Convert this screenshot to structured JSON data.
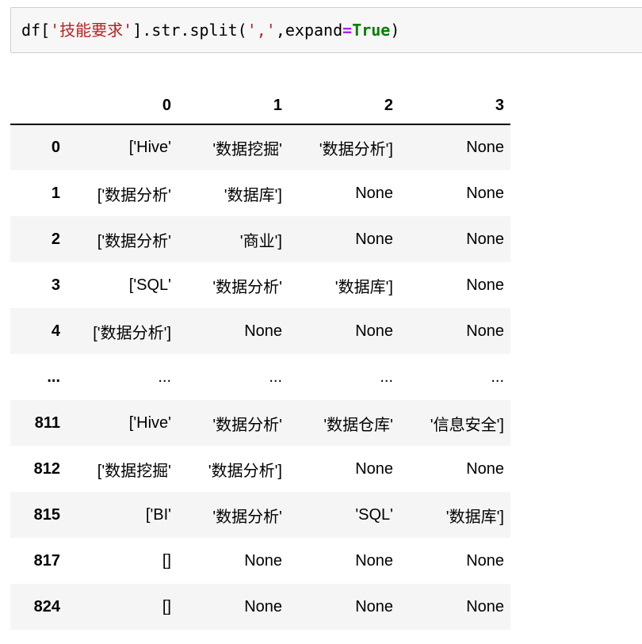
{
  "code_cell": {
    "tokens": [
      {
        "text": "df[",
        "type": "plain"
      },
      {
        "text": "'技能要求'",
        "type": "string"
      },
      {
        "text": "].str.split(",
        "type": "plain"
      },
      {
        "text": "','",
        "type": "string"
      },
      {
        "text": ",expand",
        "type": "plain"
      },
      {
        "text": "=",
        "type": "operator"
      },
      {
        "text": "True",
        "type": "keyword"
      },
      {
        "text": ")",
        "type": "plain"
      }
    ]
  },
  "table": {
    "index_header": "",
    "columns": [
      "0",
      "1",
      "2",
      "3"
    ],
    "rows": [
      {
        "index": "0",
        "cells": [
          "['Hive'",
          "'数据挖掘'",
          "'数据分析']",
          "None"
        ]
      },
      {
        "index": "1",
        "cells": [
          "['数据分析'",
          "'数据库']",
          "None",
          "None"
        ]
      },
      {
        "index": "2",
        "cells": [
          "['数据分析'",
          "'商业']",
          "None",
          "None"
        ]
      },
      {
        "index": "3",
        "cells": [
          "['SQL'",
          "'数据分析'",
          "'数据库']",
          "None"
        ]
      },
      {
        "index": "4",
        "cells": [
          "['数据分析']",
          "None",
          "None",
          "None"
        ]
      },
      {
        "index": "...",
        "cells": [
          "...",
          "...",
          "...",
          "..."
        ]
      },
      {
        "index": "811",
        "cells": [
          "['Hive'",
          "'数据分析'",
          "'数据仓库'",
          "'信息安全']"
        ]
      },
      {
        "index": "812",
        "cells": [
          "['数据挖掘'",
          "'数据分析']",
          "None",
          "None"
        ]
      },
      {
        "index": "815",
        "cells": [
          "['BI'",
          "'数据分析'",
          "'SQL'",
          "'数据库']"
        ]
      },
      {
        "index": "817",
        "cells": [
          "[]",
          "None",
          "None",
          "None"
        ]
      },
      {
        "index": "824",
        "cells": [
          "[]",
          "None",
          "None",
          "None"
        ]
      }
    ]
  },
  "colors": {
    "code_string": "#ba2121",
    "code_operator": "#aa22ff",
    "code_keyword": "#008000",
    "code_cell_background": "#f7f7f7",
    "code_cell_border": "#cfcfcf",
    "row_band_background": "#f5f5f5",
    "header_rule": "#000000"
  }
}
